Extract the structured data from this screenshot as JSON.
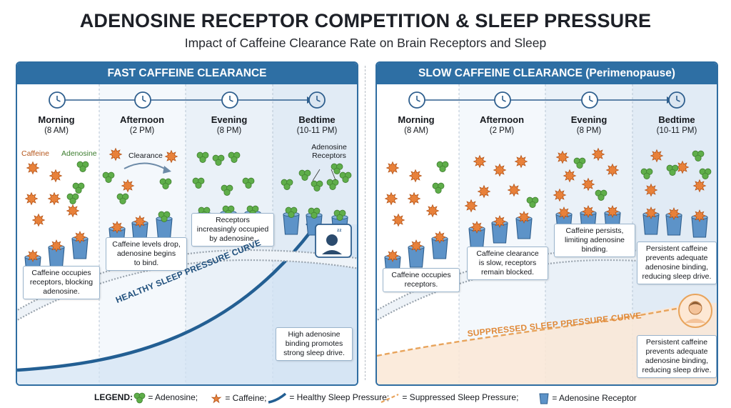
{
  "title": "ADENOSINE RECEPTOR COMPETITION & SLEEP PRESSURE",
  "subtitle": "Impact of Caffeine Clearance Rate on Brain Receptors and Sleep",
  "colors": {
    "panel_header": "#2e6fa4",
    "adenosine": "#5fae4a",
    "caffeine": "#e8813a",
    "healthy_curve": "#235f93",
    "suppressed_curve": "#e8a45c",
    "receptor": "#5d93c8"
  },
  "timeline": [
    {
      "name": "Morning",
      "time": "(8 AM)"
    },
    {
      "name": "Afternoon",
      "time": "(2 PM)"
    },
    {
      "name": "Evening",
      "time": "(8 PM)"
    },
    {
      "name": "Bedtime",
      "time": "(10-11 PM)"
    }
  ],
  "fast": {
    "header": "FAST CAFFEINE CLEARANCE",
    "labels": {
      "caffeine": "Caffeine",
      "adenosine": "Adenosine",
      "clearance": "Clearance",
      "receptors": "Adenosine\nReceptors"
    },
    "notes": [
      "Caffeine occupies\nreceptors, blocking\nadenosine.",
      "Caffeine levels drop,\nadenosine begins\nto bind.",
      "Receptors\nincreasingly occupied\nby adenosine.",
      "High adenosine\nbinding promotes\nstrong sleep drive."
    ],
    "curve_label": "HEALTHY SLEEP PRESSURE CURVE",
    "icon": "sleeping-person-icon"
  },
  "slow": {
    "header": "SLOW CAFFEINE CLEARANCE (Perimenopause)",
    "notes": [
      "Caffeine occupies\nreceptors.",
      "Caffeine clearance\nis slow, receptors\nremain blocked.",
      "Caffeine persists,\nlimiting adenosine\nbinding.",
      "Persistent caffeine\nprevents adequate\nadenosine binding,\nreducing sleep drive.",
      "Persistent caffeine\nprevents adequate\nadenosine binding,\nreducing sleep drive."
    ],
    "curve_label": "SUPPRESSED SLEEP PRESSURE CURVE",
    "icon": "awake-person-icon"
  },
  "legend": {
    "title": "LEGEND:",
    "adenosine": "= Adenosine;",
    "caffeine": "= Caffeine;",
    "healthy": "= Healthy Sleep Pressure;",
    "suppressed": "= Suppressed Sleep Pressure;",
    "receptor": "= Adenosine Receptor"
  }
}
